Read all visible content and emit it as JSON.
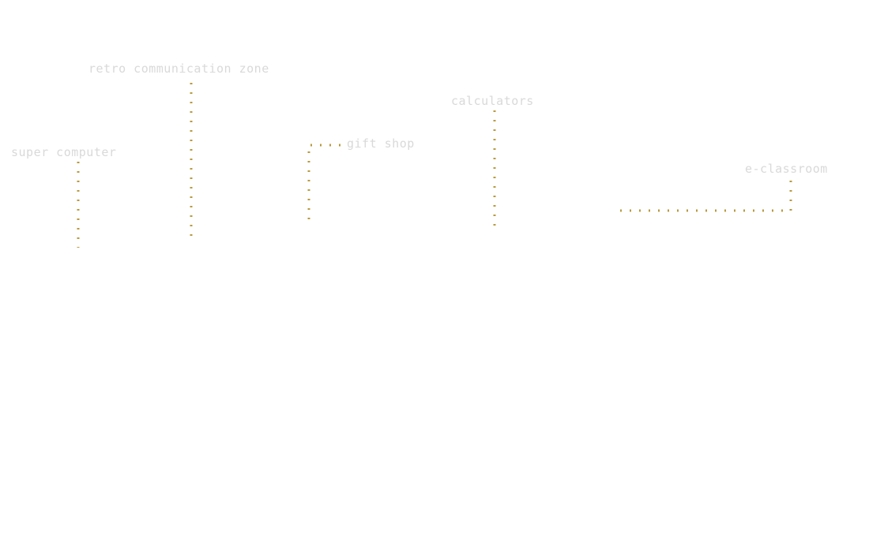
{
  "theme": {
    "label_color": "#d9d9d9",
    "leader_color": "#b89b3f"
  },
  "labels": {
    "super_computer": "super computer",
    "retro_communication_zone": "retro communication zone",
    "gift_shop": "gift shop",
    "calculators": "calculators",
    "e_classroom": "e-classroom"
  }
}
